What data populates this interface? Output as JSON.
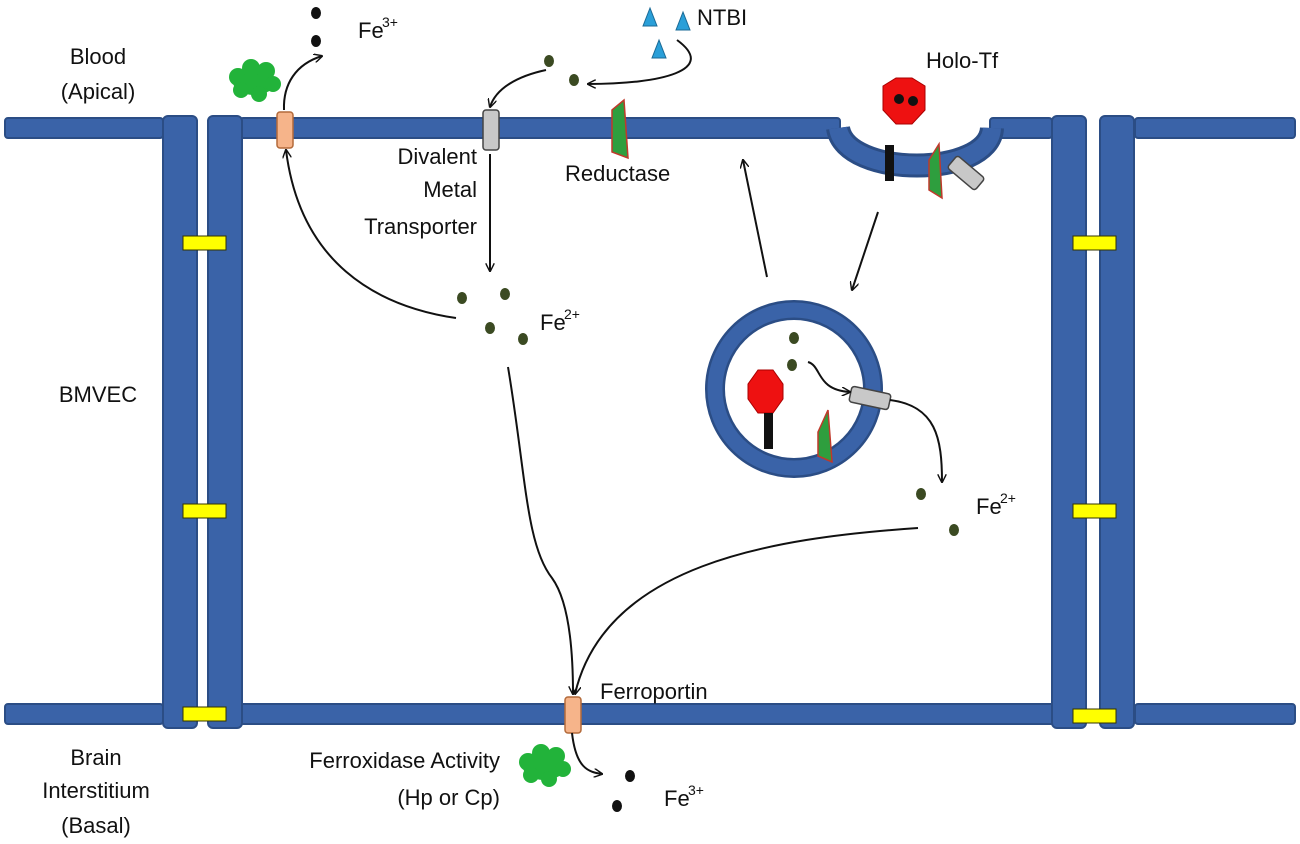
{
  "labels": {
    "blood": "Blood",
    "apical": "(Apical)",
    "bmvec": "BMVEC",
    "brain": "Brain",
    "interstitium": "Interstitium",
    "basal": "(Basal)",
    "ntbi": "NTBI",
    "holo_tf": "Holo-Tf",
    "divalent": "Divalent",
    "metal": "Metal",
    "transporter": "Transporter",
    "reductase": "Reductase",
    "ferroportin": "Ferroportin",
    "ferroxidase": "Ferroxidase Activity",
    "hp_cp": "(Hp or Cp)"
  },
  "ions": {
    "fe": "Fe",
    "charge_3": "3+",
    "charge_2": "2+"
  },
  "colors": {
    "membrane": "#3a63a8",
    "membrane_edge": "#2b4d85",
    "tight_junction": "#ffff00",
    "ferroportin": "#f6b48a",
    "transporter": "#c8c8c8",
    "reductase": "#2e9e3e",
    "reductase_edge": "#c0392b",
    "ferroxidase": "#22b33a",
    "holo_tf": "#ee1111",
    "receptor": "#111111",
    "iron_dot": "#3b4a22",
    "ntbi": "#2a9fd8"
  }
}
